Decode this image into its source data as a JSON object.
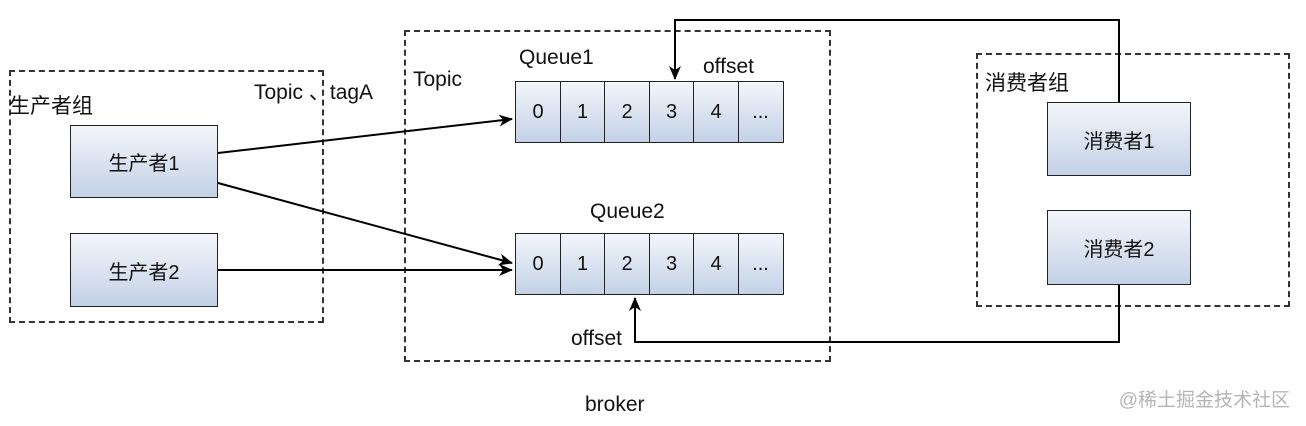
{
  "producer_group": {
    "label": "生产者组",
    "topic_tag_label": "Topic 、tagA",
    "producers": [
      "生产者1",
      "生产者2"
    ]
  },
  "broker": {
    "label": "broker",
    "topic_label": "Topic",
    "queues": [
      {
        "name": "Queue1",
        "cells": [
          "0",
          "1",
          "2",
          "3",
          "4",
          "..."
        ],
        "offset_label": "offset",
        "offset_index": 3
      },
      {
        "name": "Queue2",
        "cells": [
          "0",
          "1",
          "2",
          "3",
          "4",
          "..."
        ],
        "offset_label": "offset",
        "offset_index": 2
      }
    ]
  },
  "consumer_group": {
    "label": "消费者组",
    "consumers": [
      "消费者1",
      "消费者2"
    ]
  },
  "watermark": "@稀土掘金技术社区"
}
